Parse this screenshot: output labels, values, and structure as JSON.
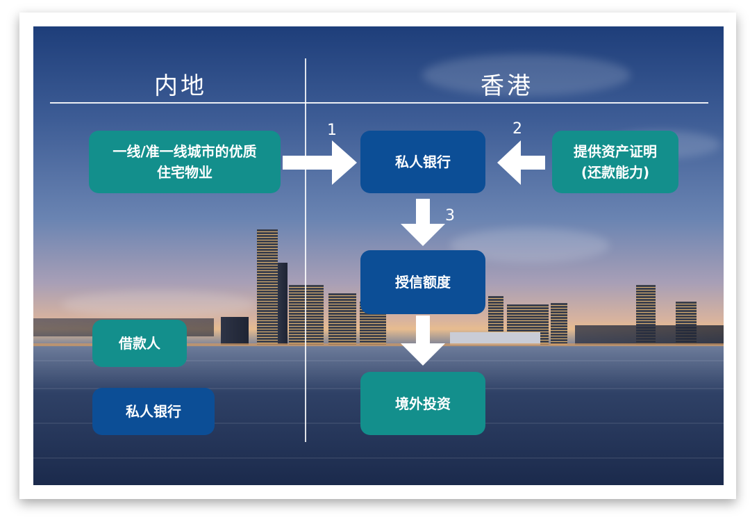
{
  "headers": {
    "left": "内地",
    "right": "香港"
  },
  "nodes": {
    "property": "一线/准一线城市的优质\n住宅物业",
    "private_bank_hk": "私人银行",
    "assets_proof": "提供资产证明\n(还款能力)",
    "credit_line": "授信额度",
    "overseas_investment": "境外投资",
    "borrower": "借款人",
    "private_bank_legend": "私人银行"
  },
  "steps": [
    "1",
    "2",
    "3"
  ],
  "colors": {
    "teal": "#138f8c",
    "navy": "#0c4e96",
    "arrow": "#ffffff"
  }
}
